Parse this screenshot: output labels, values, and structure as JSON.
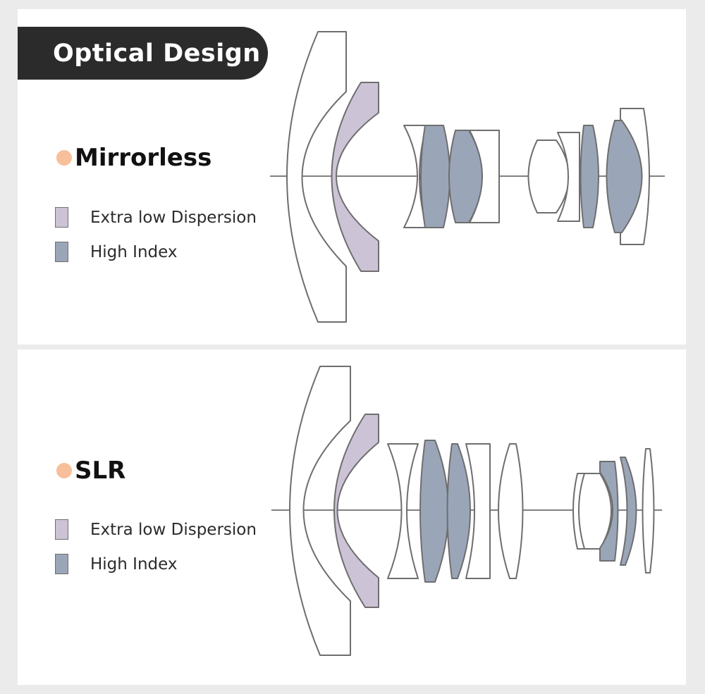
{
  "title": "Optical Design",
  "colors": {
    "background": "#ebebeb",
    "panel": "#ffffff",
    "banner": "#2b2b2b",
    "dot": "#f7bf9a",
    "extra_low_dispersion": "#cdc3d6",
    "high_index": "#9aa6b8",
    "outline": "#6e6e6e"
  },
  "mirrorless": {
    "heading": "Mirrorless",
    "legend": {
      "ed_label": "Extra low Dispersion",
      "hi_label": "High Index"
    }
  },
  "slr": {
    "heading": "SLR",
    "legend": {
      "ed_label": "Extra low Dispersion",
      "hi_label": "High Index"
    }
  }
}
